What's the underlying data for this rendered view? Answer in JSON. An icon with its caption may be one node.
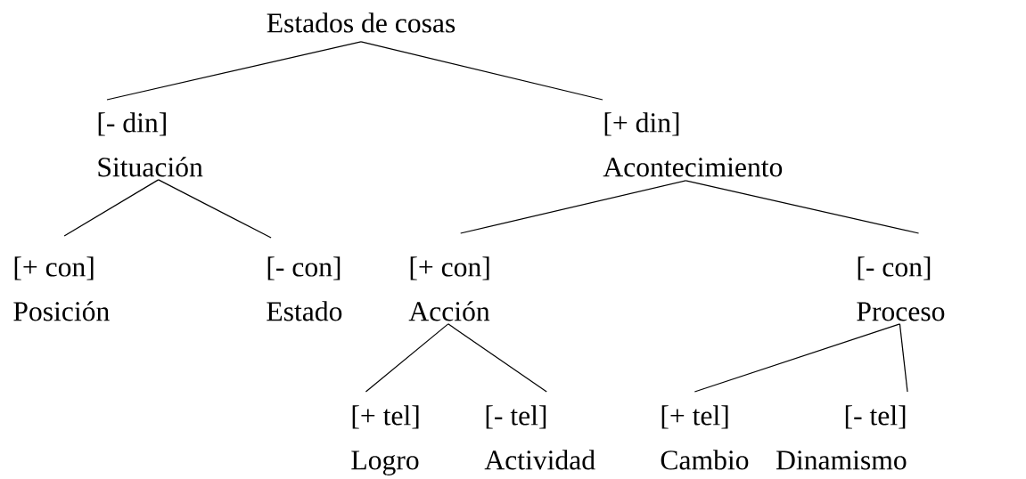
{
  "diagram": {
    "nodes": [
      {
        "text": [
          "Estados de cosas"
        ]
      },
      {
        "text": [
          "[- din]",
          "Situación"
        ]
      },
      {
        "text": [
          "[+ din]",
          "Acontecimiento"
        ]
      },
      {
        "text": [
          "[+ con]",
          "Posición"
        ]
      },
      {
        "text": [
          "[- con]",
          "Estado"
        ]
      },
      {
        "text": [
          "[+ con]",
          "Acción"
        ]
      },
      {
        "text": [
          "[- con]",
          "Proceso"
        ]
      },
      {
        "text": [
          "[+ tel]",
          "Logro"
        ]
      },
      {
        "text": [
          "[- tel]",
          "Actividad"
        ]
      },
      {
        "text": [
          "[+ tel]",
          "Cambio"
        ]
      },
      {
        "text": [
          "[- tel]",
          "Dinamismo"
        ]
      }
    ],
    "edges": [
      {
        "from": 0,
        "to": 1,
        "arrow": "none"
      },
      {
        "from": 0,
        "to": 2,
        "arrow": "none"
      },
      {
        "from": 1,
        "to": 3,
        "arrow": "none"
      },
      {
        "from": 1,
        "to": 4,
        "arrow": "none"
      },
      {
        "from": 2,
        "to": 5,
        "arrow": "none"
      },
      {
        "from": 2,
        "to": 6,
        "arrow": "none"
      },
      {
        "from": 5,
        "to": 7,
        "arrow": "none"
      },
      {
        "from": 5,
        "to": 8,
        "arrow": "none"
      },
      {
        "from": 6,
        "to": 9,
        "arrow": "none"
      },
      {
        "from": 6,
        "to": 10,
        "arrow": "none"
      }
    ]
  }
}
